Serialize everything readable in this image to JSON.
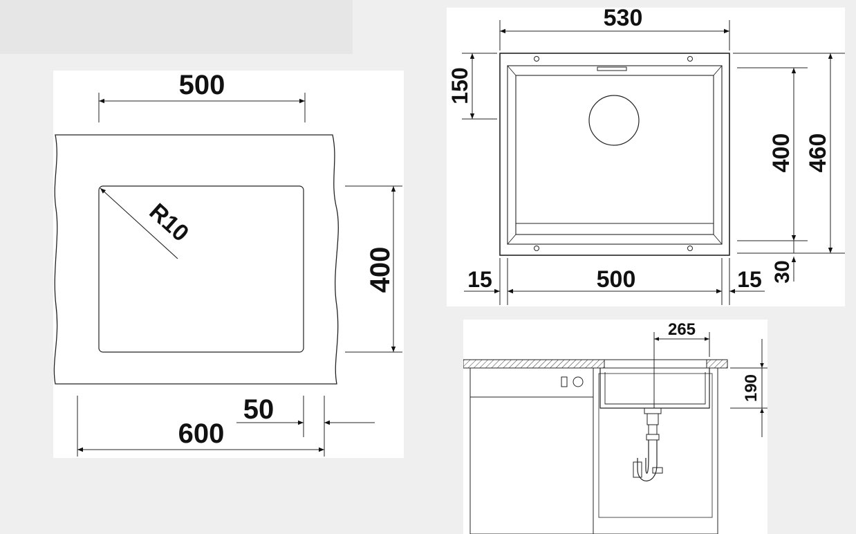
{
  "plan_view": {
    "width_label": "500",
    "radius_label": "R10",
    "height_label": "400",
    "offset_label": "50",
    "cabinet_label": "600"
  },
  "top_view": {
    "outer_width_label": "530",
    "top_offset_label": "150",
    "inner_height_label": "400",
    "outer_height_label": "460",
    "left_margin_label": "15",
    "inner_width_label": "500",
    "right_margin_label": "15",
    "bottom_margin_label": "30"
  },
  "side_view": {
    "drain_offset_label": "265",
    "depth_label": "190"
  }
}
